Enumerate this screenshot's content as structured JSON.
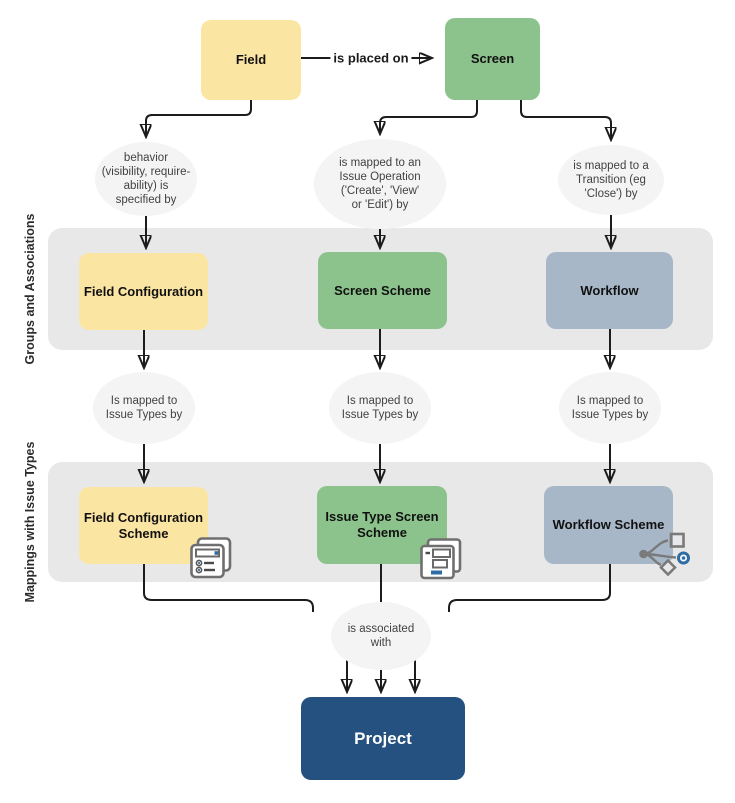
{
  "colors": {
    "node_yellow": "#FBE5A3",
    "node_green": "#8CC38C",
    "node_slate": "#A7B7C7",
    "project_blue": "#24517F",
    "band_gray": "#E8E8E8",
    "ellipse_gray": "#F4F4F4",
    "line_dark": "#1C1C1C",
    "icon_blue": "#2E6DA4"
  },
  "bands": {
    "groups": {
      "label": "Groups and Associations"
    },
    "mappings": {
      "label": "Mappings with Issue Types"
    }
  },
  "nodes": {
    "field": "Field",
    "screen": "Screen",
    "field_configuration": "Field Configuration",
    "screen_scheme": "Screen Scheme",
    "workflow": "Workflow",
    "field_configuration_scheme": "Field Configuration\nScheme",
    "issue_type_screen_scheme": "Issue Type Screen\nScheme",
    "workflow_scheme": "Workflow Scheme",
    "project": "Project"
  },
  "edges": {
    "is_placed_on": "is placed on",
    "behavior_specified_by": "behavior\n(visibility, require-\nability) is\nspecified by",
    "issue_operation_by": "is mapped to an\nIssue Operation\n('Create', 'View'\nor 'Edit') by",
    "transition_by": "is mapped to a\nTransition (eg\n'Close') by",
    "issue_types_by_1": "Is mapped to\nIssue Types by",
    "issue_types_by_2": "Is mapped to\nIssue Types by",
    "issue_types_by_3": "Is mapped to\nIssue Types by",
    "associated_with": "is associated\nwith"
  },
  "icons": {
    "field_configuration_scheme": "form-with-options-icon",
    "issue_type_screen_scheme": "stacked-screens-icon",
    "workflow_scheme": "workflow-branch-icon"
  }
}
